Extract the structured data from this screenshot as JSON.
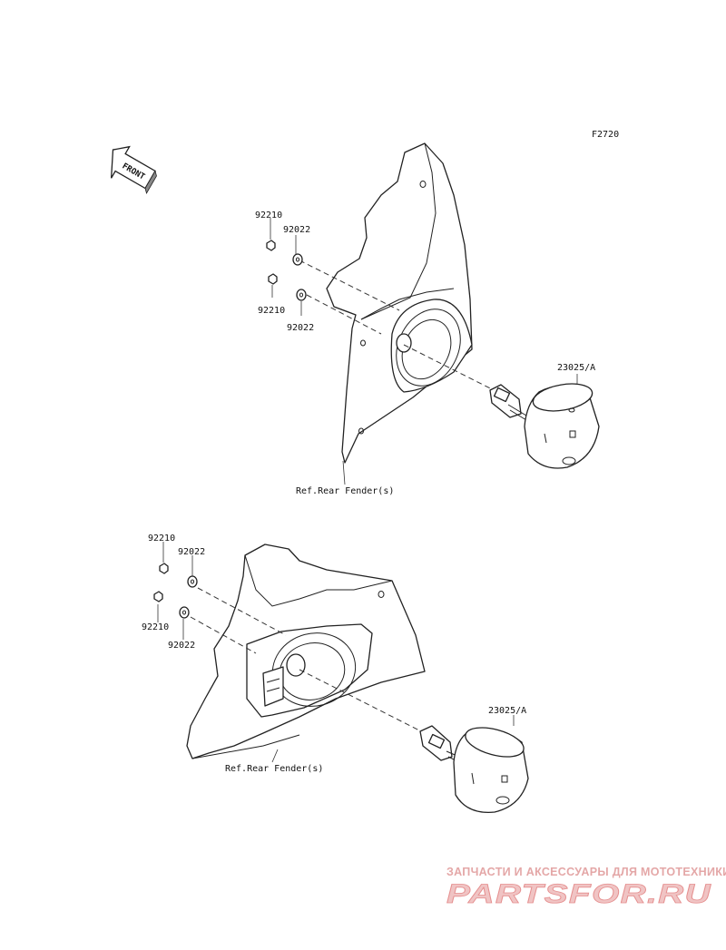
{
  "figure_code": "F2720",
  "front_label": "FRONT",
  "upper_assembly": {
    "nut_top": "92210",
    "washer_top": "92022",
    "nut_bottom": "92210",
    "washer_bottom": "92022",
    "lamp": "23025/A",
    "reference": "Ref.Rear Fender(s)"
  },
  "lower_assembly": {
    "nut_top": "92210",
    "washer_top": "92022",
    "nut_bottom": "92210",
    "washer_bottom": "92022",
    "lamp": "23025/A",
    "reference": "Ref.Rear Fender(s)"
  },
  "watermark": {
    "tagline": "ЗАПЧАСТИ И АКСЕССУАРЫ ДЛЯ МОТОТЕХНИКИ",
    "brand": "PARTSFOR.RU"
  }
}
